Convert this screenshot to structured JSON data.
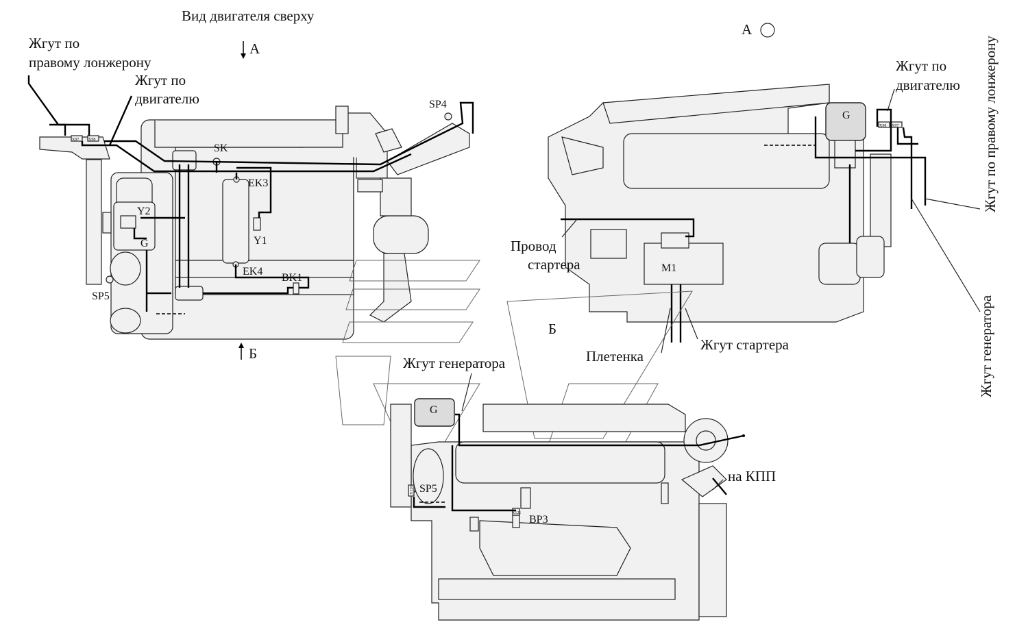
{
  "title": "Вид двигателя сверху",
  "view_markers": {
    "a_top": "А",
    "b_bottom": "Б",
    "a_view": "А",
    "b_view": "Б"
  },
  "labels": {
    "harness_right_member_left": [
      "Жгут по",
      "правому лонжерону"
    ],
    "harness_engine_left": [
      "Жгут по",
      "двигателю"
    ],
    "harness_engine_right": [
      "Жгут по",
      "двигателю"
    ],
    "harness_right_member_vertical": "Жгут по правому лонжерону",
    "harness_generator_vertical": "Жгут генератора",
    "starter_wire": [
      "Провод",
      "стартера"
    ],
    "harness_starter": "Жгут стартера",
    "braid": "Плетенка",
    "harness_generator_bottom": "Жгут генератора",
    "to_gearbox": "на КПП"
  },
  "components": {
    "sk": "SK",
    "sp4": "SP4",
    "ek3": "EK3",
    "y2": "Y2",
    "y1": "Y1",
    "g_top": "G",
    "ek4": "EK4",
    "bk1": "BK1",
    "sp5_top": "SP5",
    "m1": "M1",
    "g_right": "G",
    "g_bottom": "G",
    "sp5_bottom": "SP5",
    "bp3": "BP3"
  },
  "connectors": {
    "x97_top": "X97",
    "x98_top": "X98",
    "x98_right": "X98",
    "x97_right": "X97",
    "x120": "X120",
    "x121": "X121"
  }
}
